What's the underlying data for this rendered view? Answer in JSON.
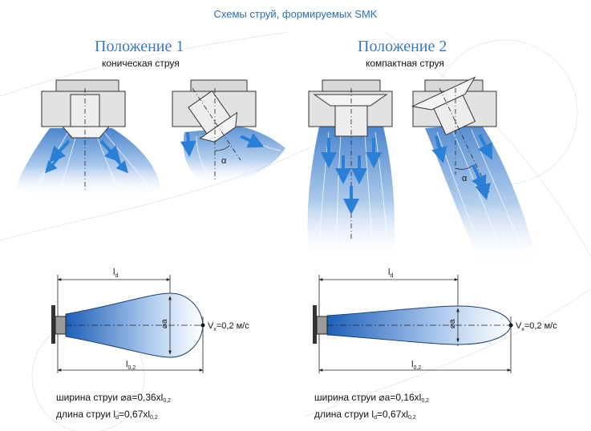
{
  "title": "Схемы струй, формируемых SMK",
  "colors": {
    "accent_blue": "#2a6fc4",
    "title_blue": "#2b6fb3",
    "heading_blue": "#3a79c0",
    "light_blue": "#dbe8f6",
    "metal": "#c9c9c9"
  },
  "position1": {
    "heading": "Положение 1",
    "subtitle": "коническая струя",
    "angle_label": "α",
    "dim_top": "l",
    "dim_top_sub": "d",
    "dim_bottom": "l",
    "dim_bottom_sub": "0,2",
    "width_label": "⌀a",
    "velocity_prefix": "V",
    "velocity_sub": "x",
    "velocity_value": "=0,2 м/с",
    "formula_width": {
      "text": "ширина струи ⌀a=0,36xl",
      "sub": "0,2"
    },
    "formula_length": {
      "prefix": "длина струи l",
      "prefix_sub": "d",
      "text": "=0,67xl",
      "sub": "0,2"
    }
  },
  "position2": {
    "heading": "Положение 2",
    "subtitle": "компактная струя",
    "angle_label": "α",
    "dim_top": "l",
    "dim_top_sub": "d",
    "dim_bottom": "l",
    "dim_bottom_sub": "0,2",
    "width_label": "⌀a",
    "velocity_prefix": "V",
    "velocity_sub": "x",
    "velocity_value": "=0,2 м/с",
    "formula_width": {
      "text": "ширина струи ⌀a=0,16xl",
      "sub": "0,2"
    },
    "formula_length": {
      "prefix": "длина струи l",
      "prefix_sub": "d",
      "text": "=0,67xl",
      "sub": "0,2"
    }
  }
}
